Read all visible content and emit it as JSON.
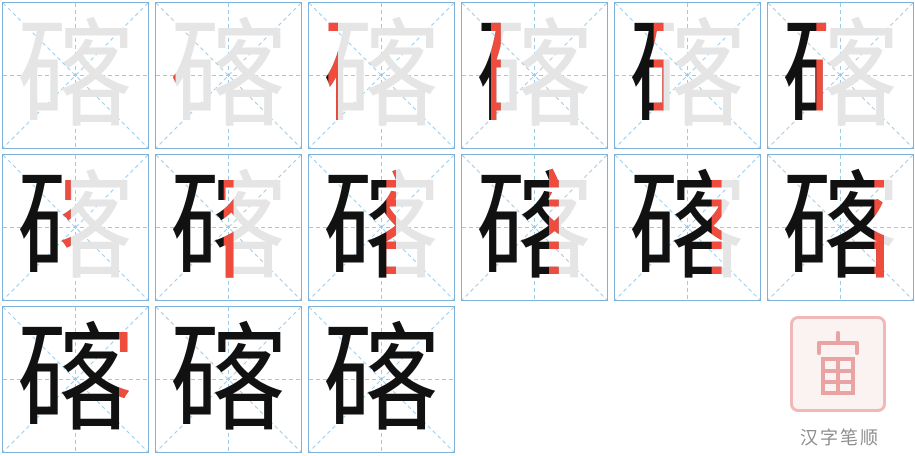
{
  "character": "碦",
  "stroke_count": 15,
  "colors": {
    "highlight": "#f04c3e",
    "ink": "#111111",
    "ghost": "#e5e5e5",
    "grid": "#7fb2d9"
  },
  "watermark": {
    "icon": "seal-logo-icon",
    "text": "汉字笔顺"
  }
}
